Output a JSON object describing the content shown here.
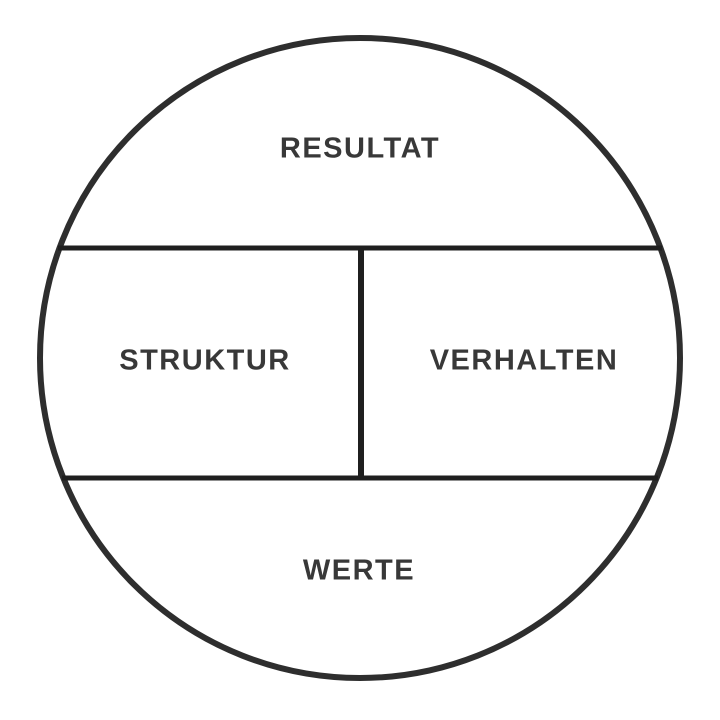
{
  "diagram": {
    "type": "circle-partition",
    "regions": {
      "top": {
        "label": "RESULTAT"
      },
      "middle_left": {
        "label": "STRUKTUR"
      },
      "middle_right": {
        "label": "VERHALTEN"
      },
      "bottom": {
        "label": "WERTE"
      }
    },
    "colors": {
      "circle_stroke": "#2e2e2e",
      "divider_stroke": "#1f1f1f",
      "label_text": "#383838",
      "background": "#ffffff"
    }
  }
}
